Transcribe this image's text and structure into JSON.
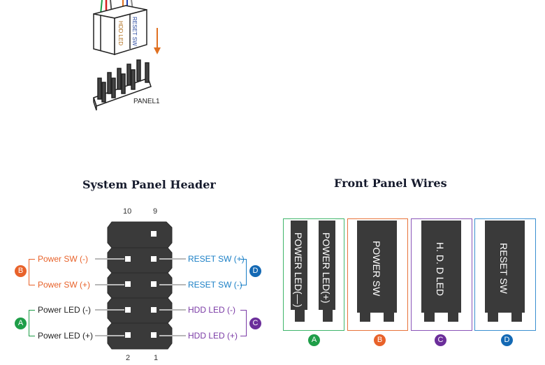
{
  "top_illustration": {
    "connector_labels": [
      "HDD LED",
      "RESET SW"
    ],
    "header_label": "PANEL1",
    "arrow_color": "#e07020"
  },
  "system_panel": {
    "title": "System Panel Header",
    "pin_numbers": {
      "top_left": "10",
      "top_right": "9",
      "bottom_left": "2",
      "bottom_right": "1"
    },
    "left_labels": [
      {
        "text": "Power SW (-)",
        "group": "B"
      },
      {
        "text": "Power SW (+)",
        "group": "B"
      },
      {
        "text": "Power LED (-)",
        "group": "A"
      },
      {
        "text": "Power LED (+)",
        "group": "A"
      }
    ],
    "right_labels": [
      {
        "text": "RESET SW (+)",
        "group": "D"
      },
      {
        "text": "RESET SW (-)",
        "group": "D"
      },
      {
        "text": "HDD LED (-)",
        "group": "C"
      },
      {
        "text": "HDD LED (+)",
        "group": "C"
      }
    ],
    "groups": {
      "A": {
        "letter": "A",
        "color": "#1e9e48"
      },
      "B": {
        "letter": "B",
        "color": "#e8622a"
      },
      "C": {
        "letter": "C",
        "color": "#6b2e9a"
      },
      "D": {
        "letter": "D",
        "color": "#1469b4"
      }
    }
  },
  "front_panel": {
    "title": "Front Panel Wires",
    "boxes": [
      {
        "group": "A",
        "border_color": "#3fb56b",
        "wires": [
          "POWER LED(—)",
          "POWER LED(+)"
        ]
      },
      {
        "group": "B",
        "border_color": "#e8733a",
        "wires": [
          "POWER SW"
        ]
      },
      {
        "group": "C",
        "border_color": "#8a55b8",
        "wires": [
          "H. D. D LED"
        ]
      },
      {
        "group": "D",
        "border_color": "#3a8fd0",
        "wires": [
          "RESET SW"
        ]
      }
    ]
  }
}
